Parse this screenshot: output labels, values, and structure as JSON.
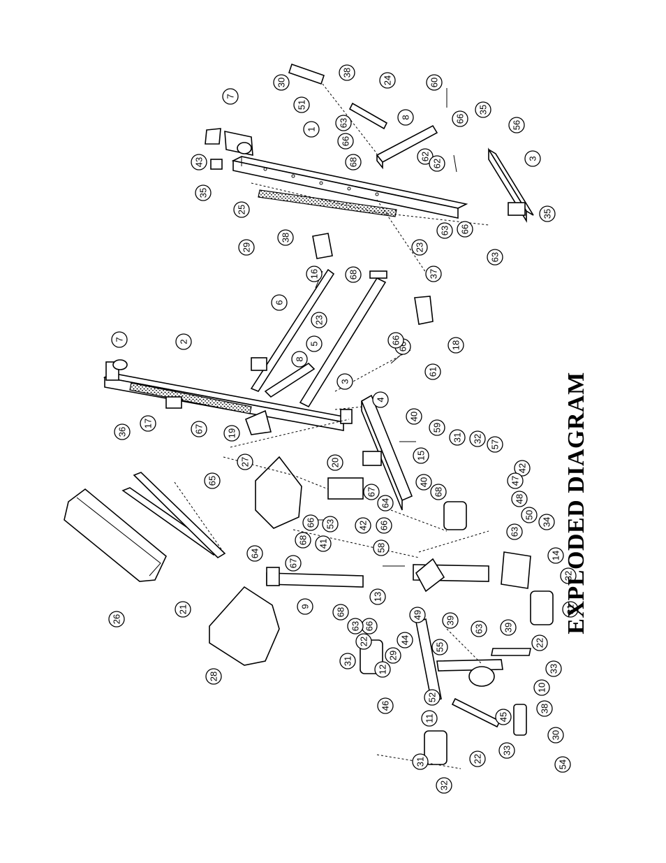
{
  "title": "EXPLODED DIAGRAM",
  "part_numbers": [
    "1",
    "2",
    "3",
    "4",
    "5",
    "6",
    "7",
    "8",
    "9",
    "10",
    "11",
    "12",
    "13",
    "14",
    "15",
    "16",
    "17",
    "18",
    "19",
    "20",
    "21",
    "22",
    "23",
    "24",
    "25",
    "26",
    "27",
    "28",
    "29",
    "30",
    "31",
    "32",
    "33",
    "34",
    "35",
    "36",
    "37",
    "38",
    "39",
    "40",
    "41",
    "42",
    "43",
    "44",
    "45",
    "46",
    "47",
    "48",
    "49",
    "50",
    "51",
    "52",
    "53",
    "54",
    "55",
    "56",
    "57",
    "58",
    "59",
    "60",
    "61",
    "62",
    "63",
    "64",
    "65",
    "66",
    "67",
    "68"
  ]
}
